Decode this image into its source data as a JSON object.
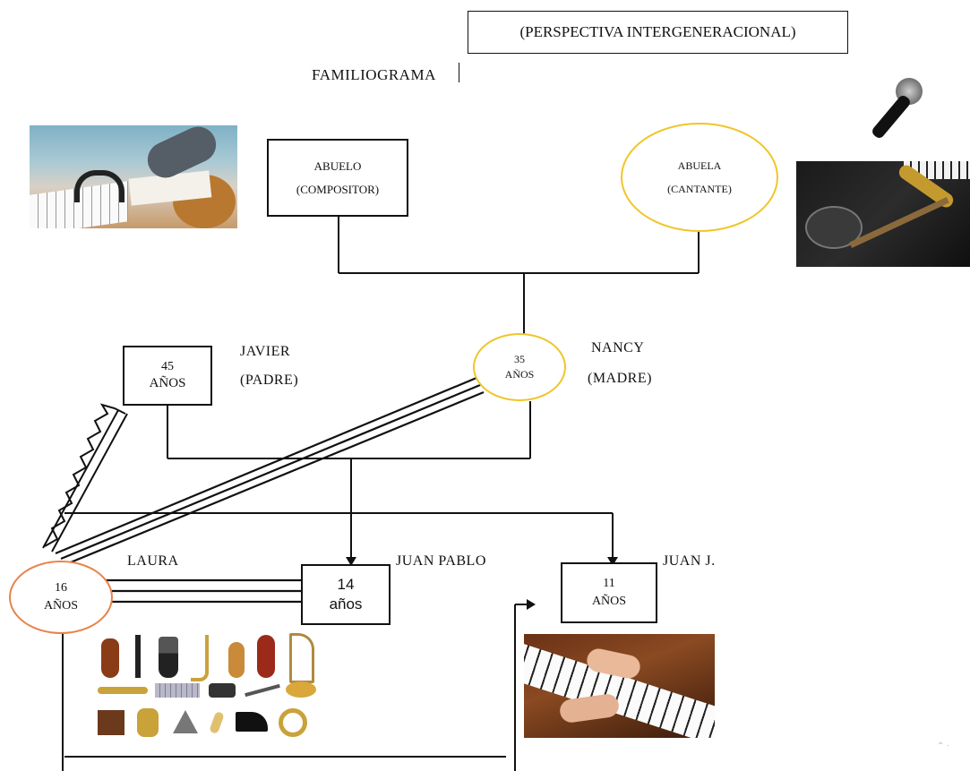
{
  "header": {
    "subtitle": "(PERSPECTIVA INTERGENERACIONAL)",
    "title": "FAMILIOGRAMA"
  },
  "nodes": {
    "abuelo": {
      "line1": "ABUELO",
      "line2": "(COMPOSITOR)"
    },
    "abuela": {
      "line1": "ABUELA",
      "line2": "(CANTANTE)"
    },
    "padre": {
      "age1": "45",
      "age2": "AÑOS",
      "name": "JAVIER",
      "role": "(PADRE)"
    },
    "madre": {
      "age1": "35",
      "age2": "AÑOS",
      "name": "NANCY",
      "role": "(MADRE)"
    },
    "laura": {
      "age1": "16",
      "age2": "AÑOS",
      "name": "LAURA"
    },
    "juan_pablo": {
      "age1": "14",
      "age2": "años",
      "name": "JUAN PABLO"
    },
    "juan_j": {
      "age1": "11",
      "age2": "AÑOS",
      "name": "JUAN J."
    }
  },
  "colors": {
    "female_yellow": "#F0C52A",
    "female_orange": "#E8834A",
    "line": "#111111"
  },
  "images": {
    "composer_photo": "guitar-and-writing-photo",
    "singer_photo": "microphone-and-instruments-photo",
    "instruments_grid": "instrument-icons",
    "piano_photo": "hands-on-piano-photo"
  }
}
